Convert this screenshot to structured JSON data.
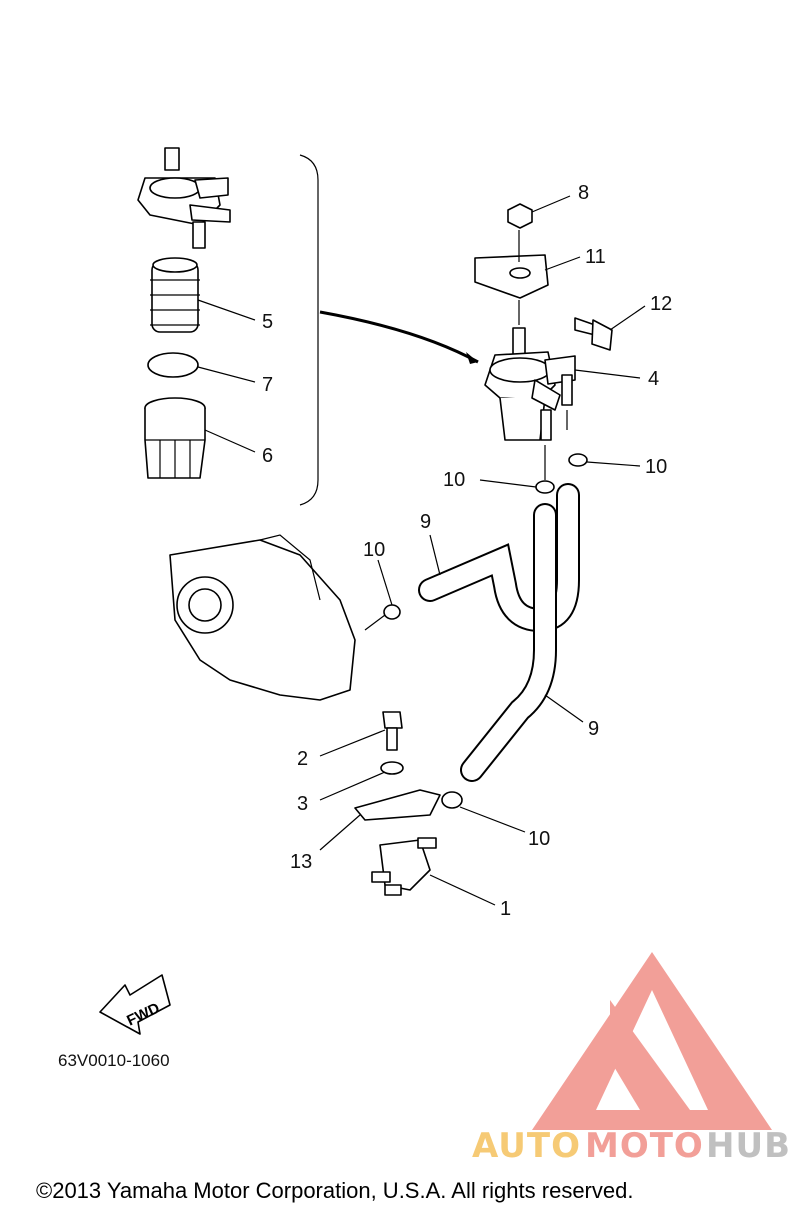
{
  "callouts": {
    "c1": "1",
    "c2": "2",
    "c3": "3",
    "c4": "4",
    "c5": "5",
    "c6": "6",
    "c7": "7",
    "c8": "8",
    "c9a": "9",
    "c9b": "9",
    "c10a": "10",
    "c10b": "10",
    "c10c": "10",
    "c10d": "10",
    "c11": "11",
    "c12": "12",
    "c13": "13"
  },
  "fwd_label": "FWD",
  "diagram_code": "63V0010-1060",
  "watermark": {
    "auto": "AUTO",
    "moto": "MOTO",
    "hub": "HUB",
    "colors": {
      "logo": "#f29a93",
      "auto": "#f6c86e",
      "moto": "#f29a93",
      "hub": "#bdbdbd"
    }
  },
  "copyright": "©2013 Yamaha Motor Corporation, U.S.A. All rights reserved."
}
